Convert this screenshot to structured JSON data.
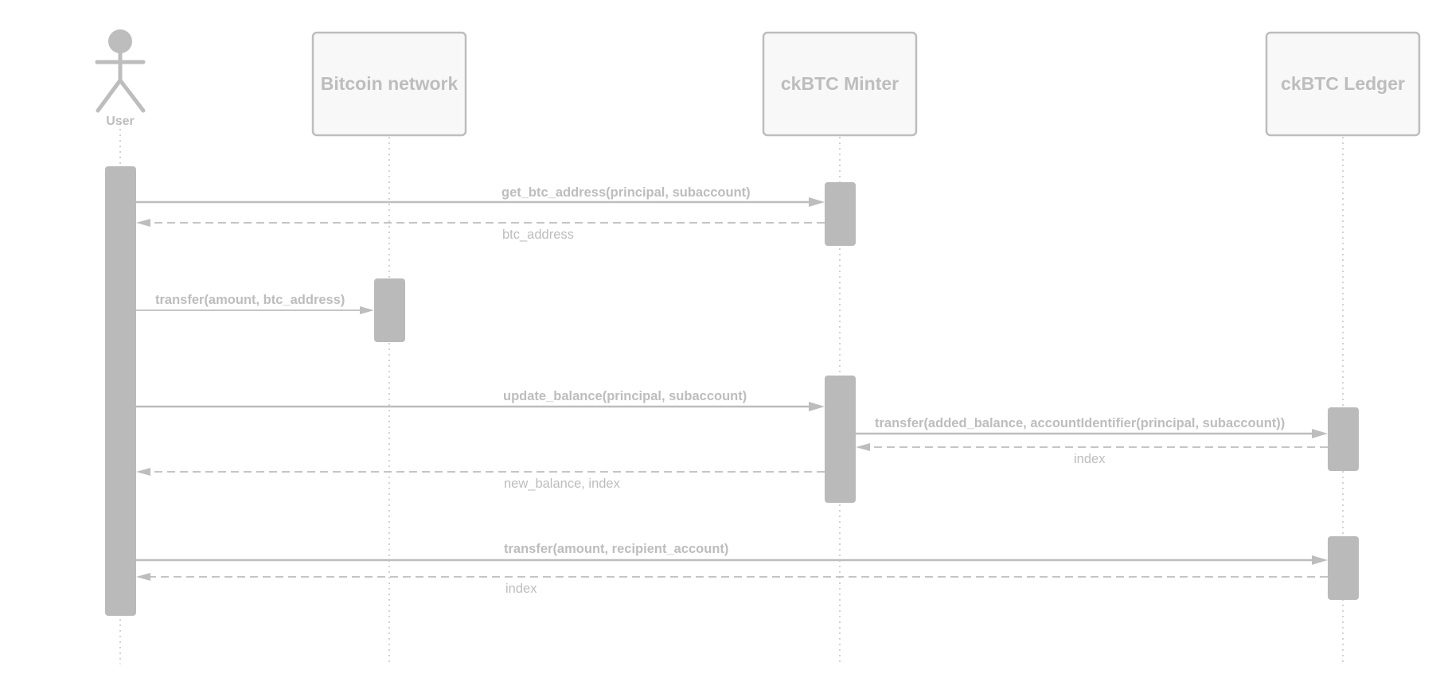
{
  "participants": [
    {
      "id": "user",
      "type": "actor",
      "label": "User"
    },
    {
      "id": "bitcoin",
      "type": "box",
      "label": "Bitcoin network"
    },
    {
      "id": "minter",
      "type": "box",
      "label": "ckBTC Minter"
    },
    {
      "id": "ledger",
      "type": "box",
      "label": "ckBTC Ledger"
    }
  ],
  "messages": [
    {
      "from": "user",
      "to": "minter",
      "kind": "call",
      "label": "get_btc_address(principal, subaccount)"
    },
    {
      "from": "minter",
      "to": "user",
      "kind": "return",
      "label": "btc_address"
    },
    {
      "from": "user",
      "to": "bitcoin",
      "kind": "call",
      "label": "transfer(amount, btc_address)"
    },
    {
      "from": "user",
      "to": "minter",
      "kind": "call",
      "label": "update_balance(principal, subaccount)"
    },
    {
      "from": "minter",
      "to": "ledger",
      "kind": "call",
      "label": "transfer(added_balance, accountIdentifier(principal, subaccount))"
    },
    {
      "from": "ledger",
      "to": "minter",
      "kind": "return",
      "label": "index"
    },
    {
      "from": "minter",
      "to": "user",
      "kind": "return",
      "label": "new_balance, index"
    },
    {
      "from": "user",
      "to": "ledger",
      "kind": "call",
      "label": "transfer(amount, recipient_account)"
    },
    {
      "from": "ledger",
      "to": "user",
      "kind": "return",
      "label": "index"
    }
  ],
  "style": {
    "primary_color": "#bdbdbd",
    "activation_color": "#bababa",
    "box_fill": "#f8f8f8"
  }
}
